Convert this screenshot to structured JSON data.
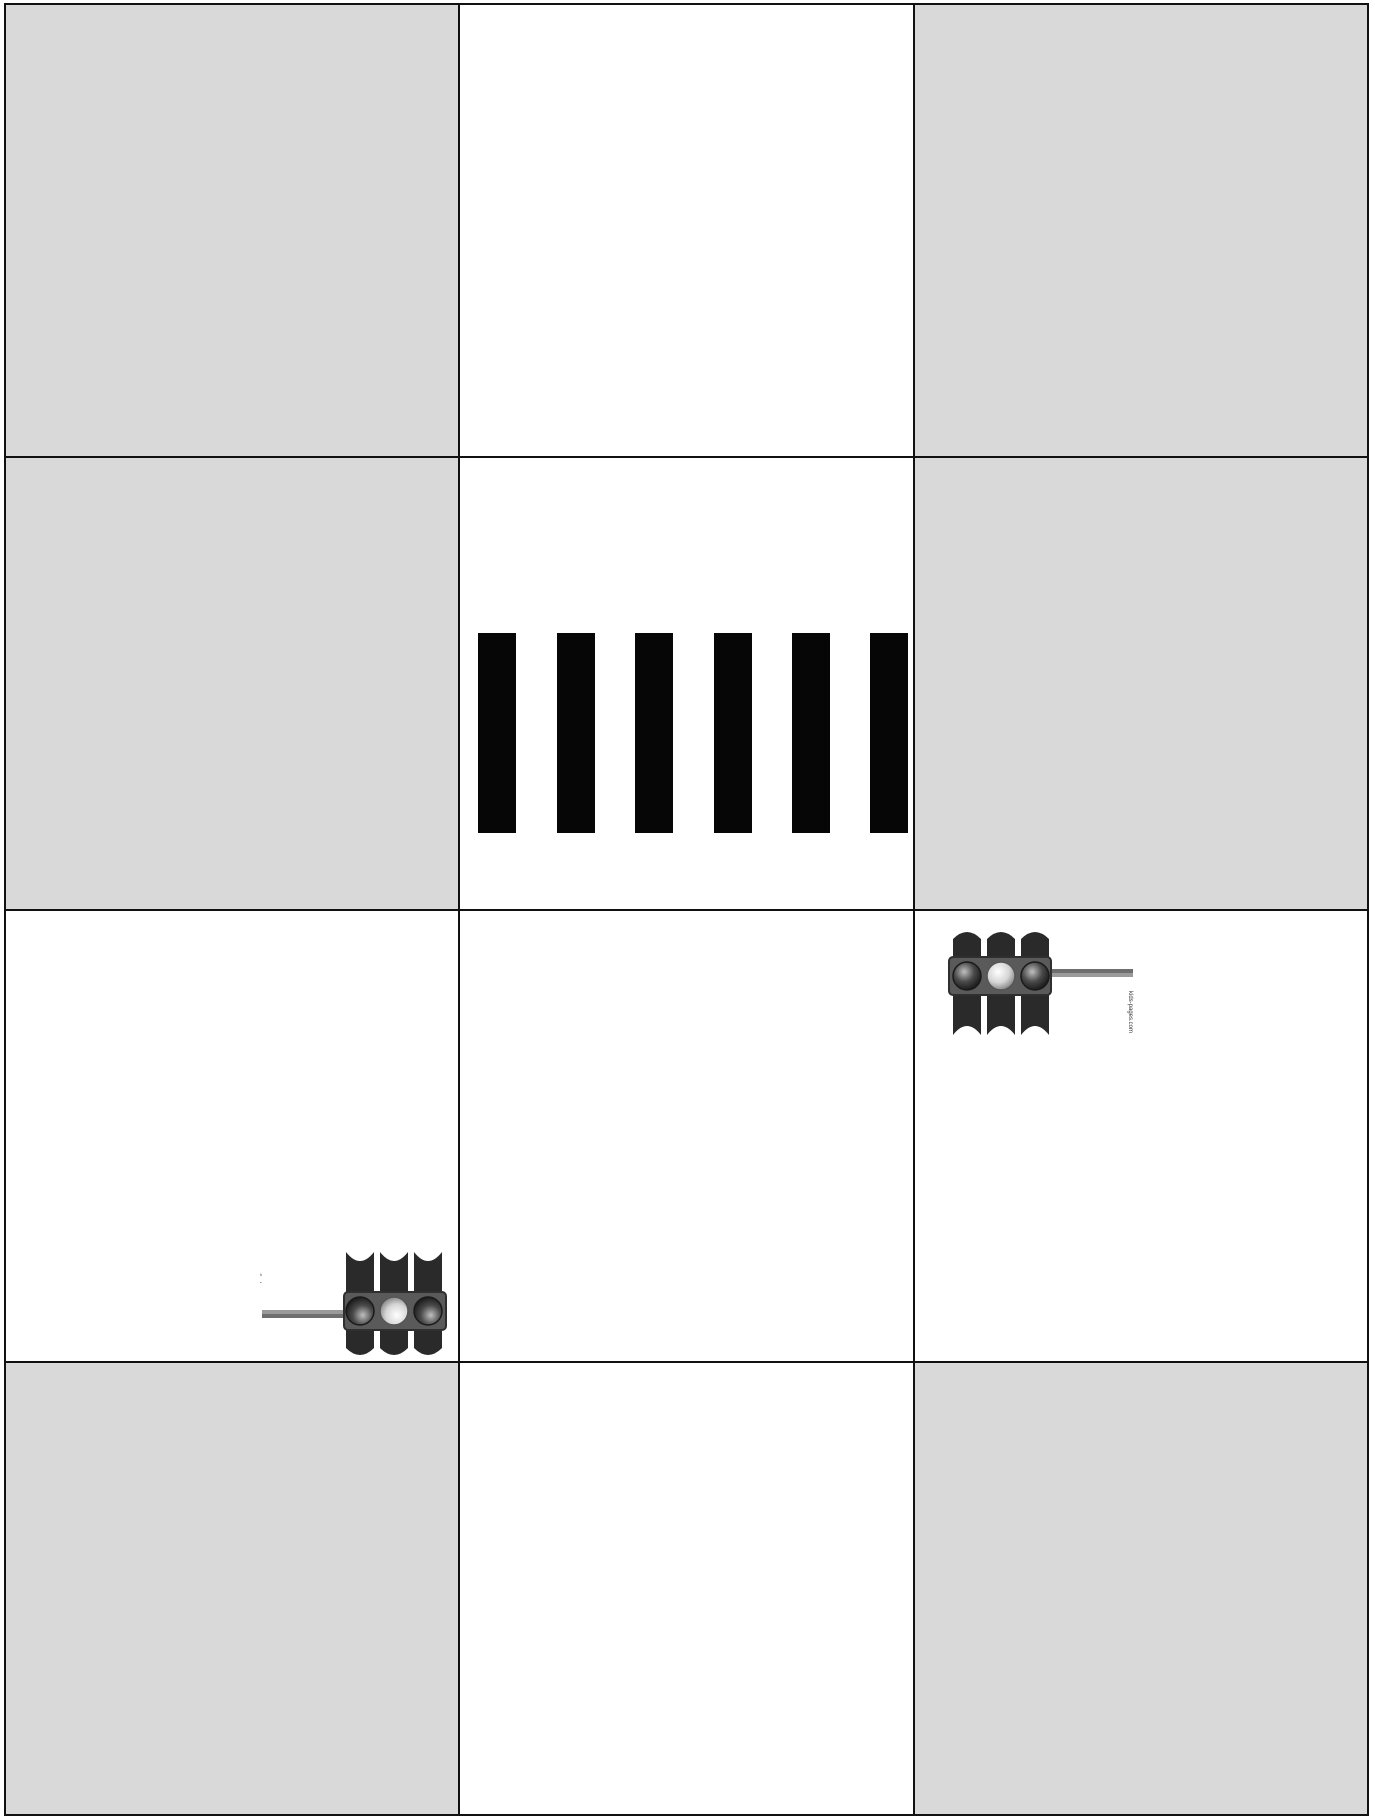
{
  "board": {
    "rows": 4,
    "cols": 3,
    "cells": [
      {
        "row": 1,
        "col": 1,
        "fill": "gray"
      },
      {
        "row": 1,
        "col": 2,
        "fill": "white"
      },
      {
        "row": 1,
        "col": 3,
        "fill": "gray"
      },
      {
        "row": 2,
        "col": 1,
        "fill": "gray"
      },
      {
        "row": 2,
        "col": 2,
        "fill": "white",
        "content": "crosswalk"
      },
      {
        "row": 2,
        "col": 3,
        "fill": "gray"
      },
      {
        "row": 3,
        "col": 1,
        "fill": "white",
        "content": "traffic-light"
      },
      {
        "row": 3,
        "col": 2,
        "fill": "white"
      },
      {
        "row": 3,
        "col": 3,
        "fill": "white",
        "content": "traffic-light"
      },
      {
        "row": 4,
        "col": 1,
        "fill": "gray"
      },
      {
        "row": 4,
        "col": 2,
        "fill": "white"
      },
      {
        "row": 4,
        "col": 3,
        "fill": "gray"
      }
    ]
  },
  "colors": {
    "gray_cell": "#d9d9d9",
    "white_cell": "#ffffff",
    "grid_line": "#111111",
    "stripe": "#060606"
  },
  "crosswalk": {
    "stripe_count": 6
  },
  "traffic_light_credit": "kids-pages.com"
}
